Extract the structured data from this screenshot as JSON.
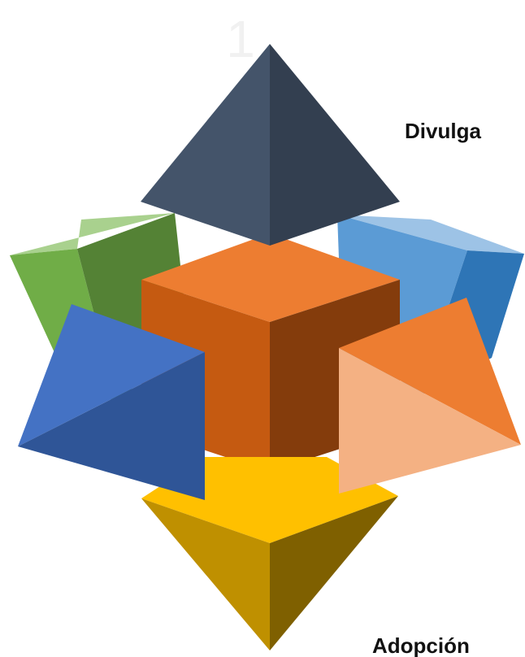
{
  "diagram": {
    "step_number": "1",
    "labels": {
      "top": "Divulga",
      "bottom": "Adopción"
    },
    "colors": {
      "navy": "#44546a",
      "green": "#70ad47",
      "light_blue": "#5b9bd5",
      "orange": "#ed7d31",
      "blue": "#4472c4",
      "peach": "#f4b183",
      "gold": "#ffc000"
    }
  }
}
